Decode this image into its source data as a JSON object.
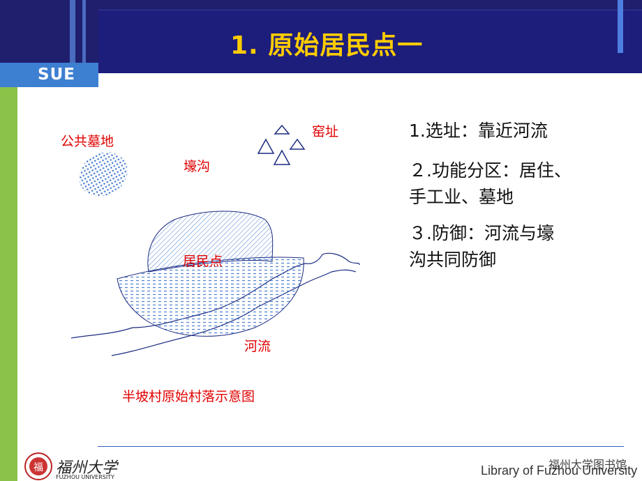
{
  "header": {
    "title": "1. 原始居民点一",
    "logo_text": "SUE"
  },
  "diagram": {
    "cemetery_label": "公共墓地",
    "moat_label": "壕沟",
    "kiln_label": "窑址",
    "settlement_label": "居民点",
    "river_label": "河流",
    "caption": "半坡村原始村落示意图"
  },
  "points": {
    "line1": "1.选址：靠近河流",
    "line2": "２.功能分区：居住、",
    "line3": "手工业、墓地",
    "line4": "３.防御：河流与壕",
    "line5": "沟共同防御"
  },
  "footer": {
    "library_cn": "福州大学图书馆",
    "library_en": "Library of Fuzhou University",
    "university_cn": "福州大学",
    "university_en": "FUZHOU UNIVERSITY"
  },
  "colors": {
    "header_bg": "#1f1f6e",
    "title_color": "#ffcc00",
    "accent_blue": "#3d7fd1",
    "green_strip": "#8bc34a",
    "label_red": "#e00000"
  }
}
